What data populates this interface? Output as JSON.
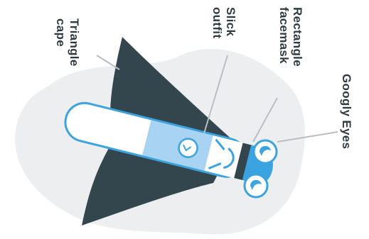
{
  "labels": {
    "cape": [
      "Triangle",
      "cape"
    ],
    "outfit": [
      "Slick",
      "outfit"
    ],
    "mask": [
      "Rectangle",
      "facemask"
    ],
    "eyes": [
      "Googly Eyes"
    ]
  },
  "colors": {
    "background_blob": "#eceef0",
    "cape": "#34464d",
    "outfit_blue": "#a9d3f2",
    "outline_blue": "#3aa3e0",
    "body_white": "#ffffff",
    "eye_pupil": "#3aa3e0",
    "text": "#2f3b40",
    "leader_line": "#b9bec2"
  },
  "icons": {
    "belt_buckle": "chevron-icon"
  }
}
